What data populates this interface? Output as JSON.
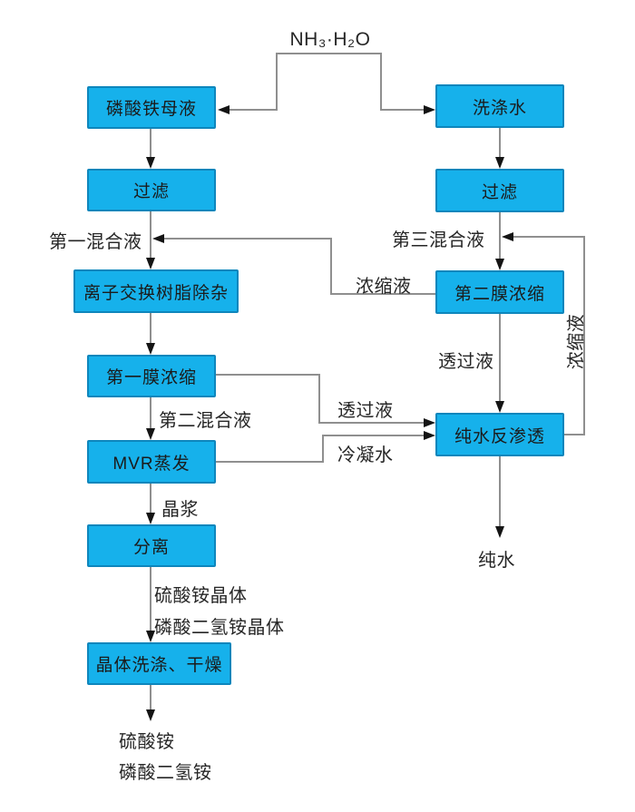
{
  "diagram": {
    "nodes": {
      "ferric_mother_liquor": "磷酸铁母液",
      "filter_left": "过滤",
      "ion_exchange_deimpurity": "离子交换树脂除杂",
      "first_membrane_concentration": "第一膜浓缩",
      "mvr_evaporation": "MVR蒸发",
      "separation": "分离",
      "crystal_washing_drying": "晶体洗涤、干燥",
      "washing_water": "洗涤水",
      "filter_right": "过滤",
      "second_membrane_concentration": "第二膜浓缩",
      "pure_water_reverse_osmosis": "纯水反渗透"
    },
    "stream_labels": {
      "ammonia_water": "NH₃·H₂O",
      "first_mixture": "第一混合液",
      "third_mixture": "第三混合液",
      "concentrate_to_first": "浓缩液",
      "second_mixture": "第二混合液",
      "permeate_from_second": "透过液",
      "permeate_from_first": "透过液",
      "condensate": "冷凝水",
      "concentrate_to_third": "浓缩液",
      "crystal_slurry": "晶浆",
      "ammonium_sulfate_crystal": "硫酸铵晶体",
      "monoammonium_phosphate_crystal": "磷酸二氢铵晶体",
      "ammonium_sulfate": "硫酸铵",
      "monoammonium_phosphate": "磷酸二氢铵",
      "pure_water": "纯水"
    },
    "colors": {
      "node_fill": "#16B1EB",
      "node_border": "#0E86BC",
      "connector": "#8F8F8F",
      "arrowhead": "#141414",
      "text": "#262626",
      "background": "#FFFFFF"
    }
  }
}
